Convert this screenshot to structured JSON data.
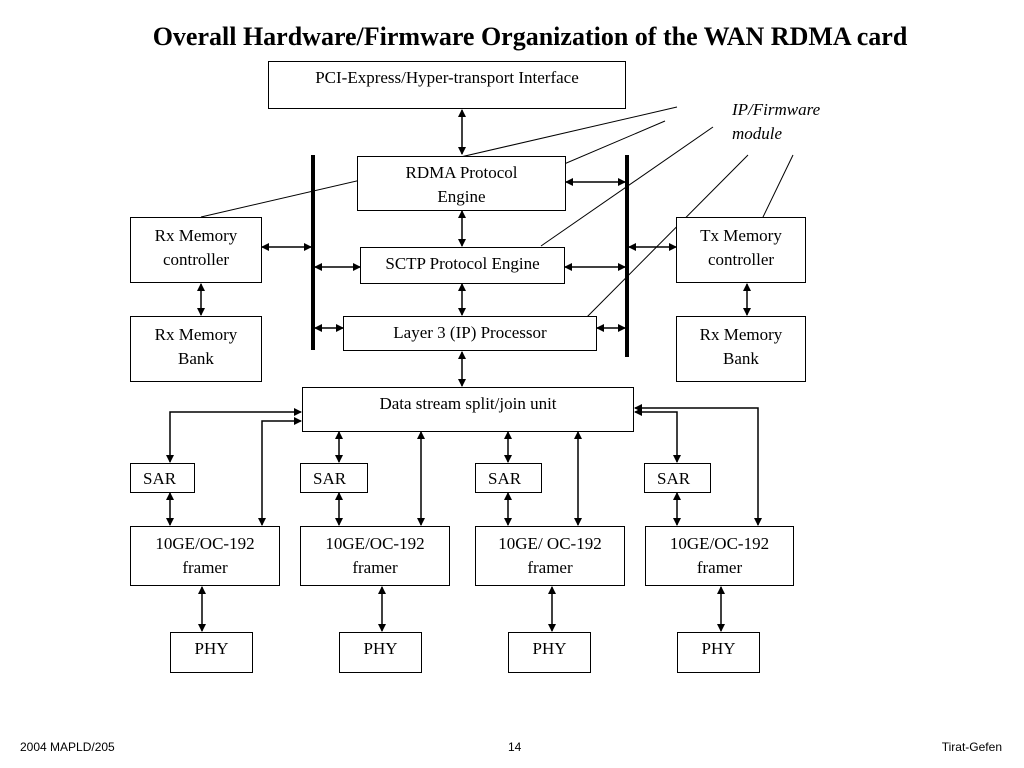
{
  "title": "Overall Hardware/Firmware Organization of the WAN RDMA card",
  "annotation": "IP/Firmware\nmodule",
  "blocks": {
    "pci": "PCI-Express/Hyper-transport Interface",
    "rdma": "RDMA Protocol\nEngine",
    "sctp": "SCTP Protocol Engine",
    "l3": "Layer 3  (IP) Processor",
    "rx_ctrl": "Rx Memory\ncontroller",
    "tx_ctrl": "Tx Memory\ncontroller",
    "rx_bank_left": "Rx Memory\nBank",
    "rx_bank_right": "Rx Memory\nBank",
    "split": "Data stream split/join unit",
    "sar": [
      "SAR",
      "SAR",
      "SAR",
      "SAR"
    ],
    "framer": [
      "10GE/OC-192\nframer",
      "10GE/OC-192\nframer",
      "10GE/ OC-192\nframer",
      "10GE/OC-192\nframer"
    ],
    "phy": [
      "PHY",
      "PHY",
      "PHY",
      "PHY"
    ]
  },
  "footer": {
    "left": "2004 MAPLD/205",
    "center": "14",
    "right": "Tirat-Gefen"
  }
}
